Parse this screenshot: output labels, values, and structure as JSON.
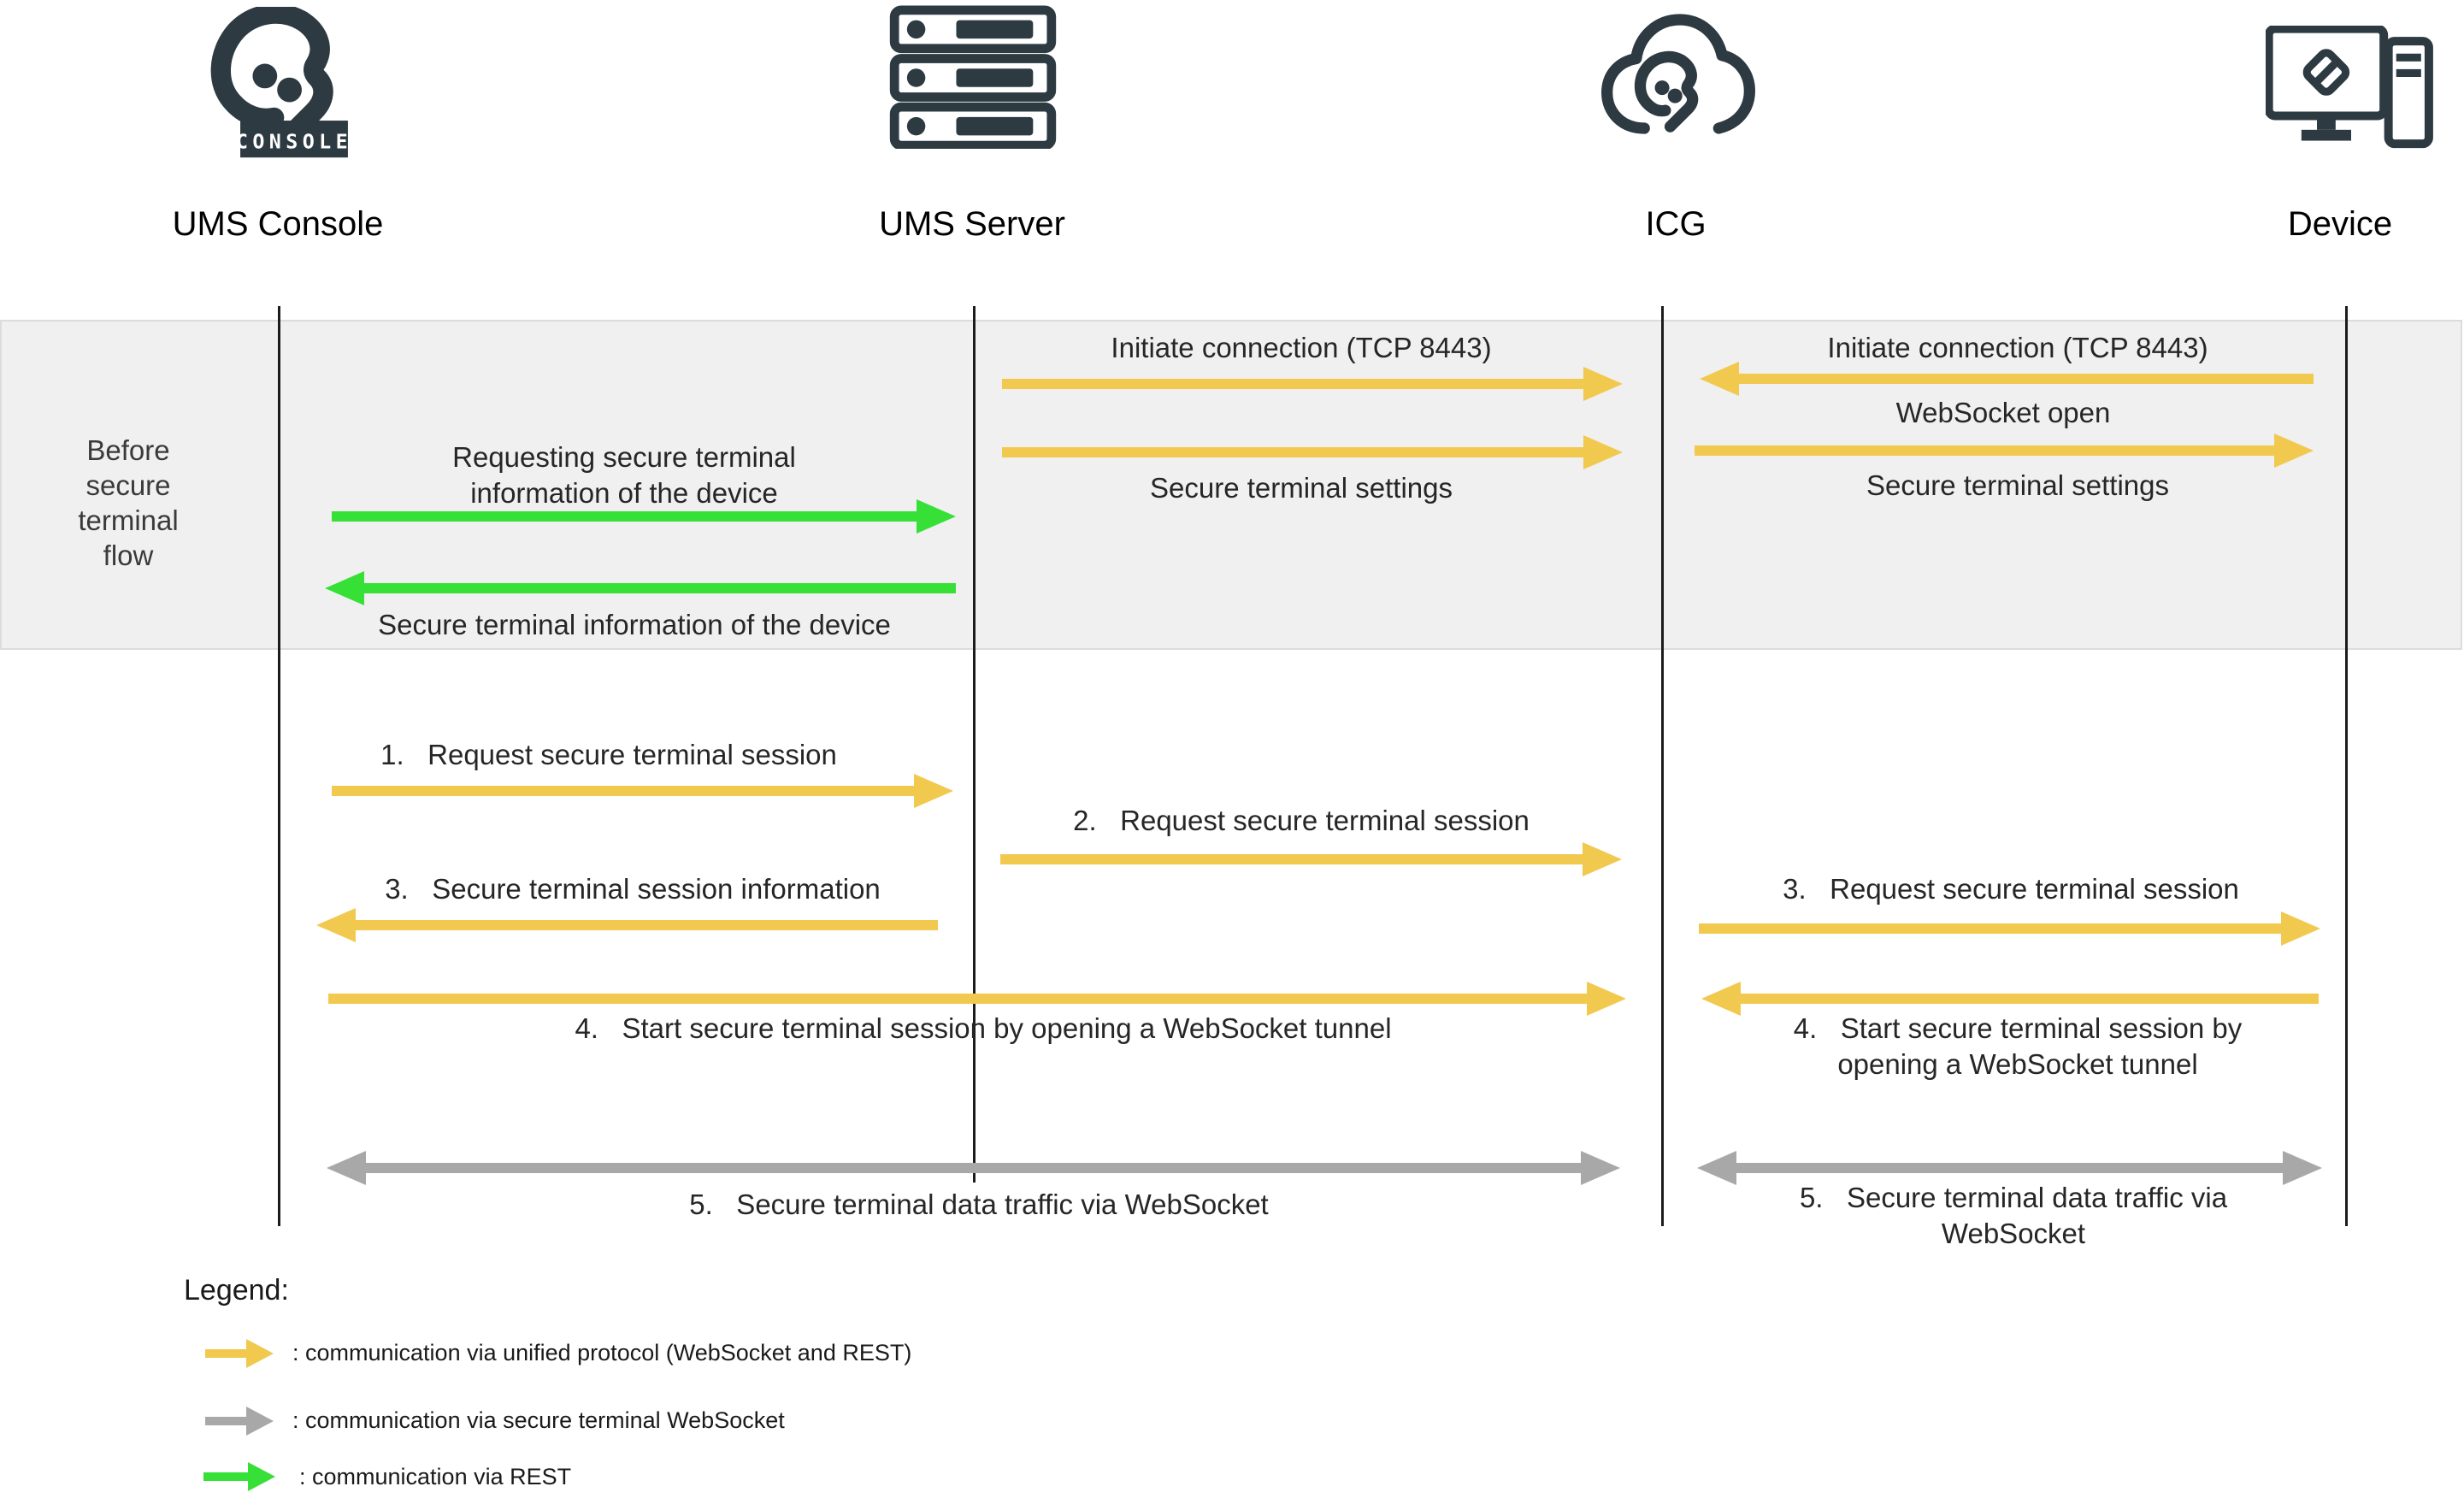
{
  "actors": {
    "console": {
      "label": "UMS Console",
      "icon": "igel-console-logo"
    },
    "server": {
      "label": "UMS Server",
      "icon": "server-rack-icon"
    },
    "icg": {
      "label": "ICG",
      "icon": "igel-cloud-icon"
    },
    "device": {
      "label": "Device",
      "icon": "monitor-tower-icon"
    }
  },
  "band": {
    "phase_label_lines": [
      "Before",
      "secure",
      "terminal",
      "flow"
    ],
    "console_server": {
      "request_lines": [
        "Requesting secure terminal",
        "information of the device"
      ],
      "response": "Secure terminal information of the device"
    },
    "server_icg": {
      "initiate": "Initiate connection (TCP 8443)",
      "settings": "Secure terminal settings"
    },
    "icg_device": {
      "initiate": "Initiate connection (TCP 8443)",
      "websocket_open": "WebSocket open",
      "settings": "Secure terminal settings"
    }
  },
  "flow": {
    "step1": "1.   Request secure terminal session",
    "step2": "2.   Request secure terminal session",
    "step3_console": "3.   Secure terminal session information",
    "step3_device": "3.   Request secure terminal session",
    "step4_tunnel": "4.   Start secure terminal session by opening a WebSocket tunnel",
    "step4_device_lines": [
      "4.   Start secure terminal session by",
      "opening a WebSocket tunnel"
    ],
    "step5_console": "5.   Secure terminal data traffic via WebSocket",
    "step5_device_lines": [
      "5.   Secure terminal data traffic via",
      "WebSocket"
    ]
  },
  "legend": {
    "title": "Legend:",
    "items": [
      {
        "arrow": "yellow-arrow",
        "color": "#F2C94F",
        "text": ": communication via unified protocol (WebSocket and REST)"
      },
      {
        "arrow": "gray-arrow",
        "color": "#A8A8A8",
        "text": ": communication via secure terminal WebSocket"
      },
      {
        "arrow": "green-arrow",
        "color": "#36E036",
        "text": ": communication via REST"
      }
    ]
  },
  "colors": {
    "unified_protocol": "#F2C94F",
    "secure_terminal_websocket": "#A8A8A8",
    "rest": "#36E036",
    "icon_dark": "#2D3A42",
    "band_background": "#F0F0F0"
  }
}
